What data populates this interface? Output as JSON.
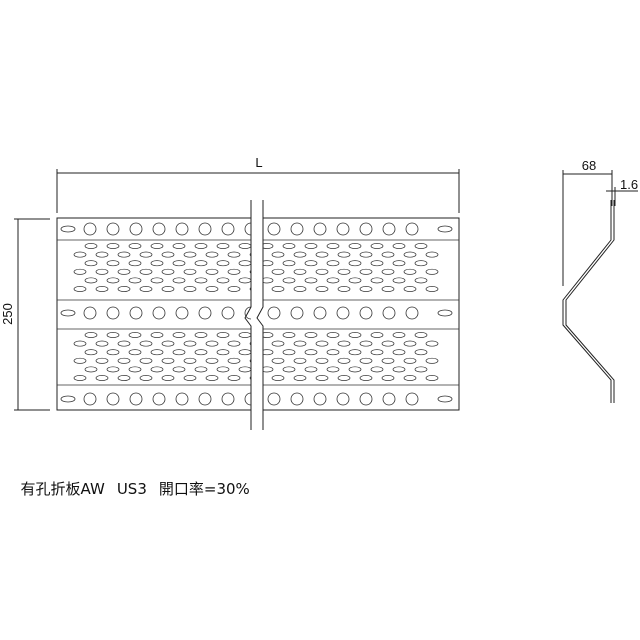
{
  "drawing": {
    "dim_length_label": "L",
    "dim_height_label": "250",
    "dim_depth_label": "68",
    "dim_thickness_label": "1.6"
  },
  "caption": {
    "product": "有孔折板AW",
    "material": "US3",
    "opening_ratio": "開口率=30%"
  }
}
